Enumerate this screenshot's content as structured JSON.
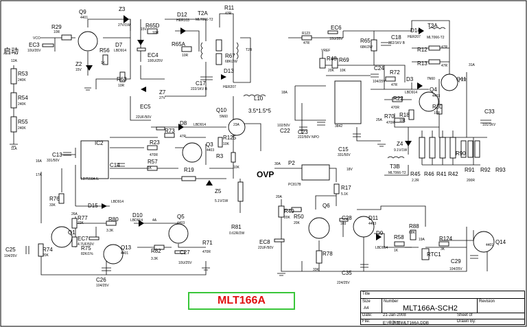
{
  "banner": {
    "text": "MLT166A"
  },
  "ovp_label": "OVP",
  "start_label": "启动",
  "title_block": {
    "title_hdr": "Title",
    "size_hdr": "Size",
    "size_val": "A4",
    "number_hdr": "Number",
    "number_val": "MLT166A-SCH2",
    "revision_hdr": "Revision",
    "date_hdr": "Date:",
    "date_val": "21-Jan-2008",
    "file_hdr": "File:",
    "file_val": "E:\\电路图\\MLT166A.DDB",
    "sheet_hdr": "Sheet of",
    "drawn_hdr": "Drawn By:"
  },
  "labels": [
    "R29",
    "10R",
    "Q9",
    "4401",
    "Z3",
    "27V/1W",
    "D7",
    "LBD914",
    "R56",
    "1K",
    "Z2",
    "15V",
    "R63",
    "10R",
    "R65D",
    "10R",
    "EC4",
    "100U/25V",
    "R65A",
    "10R",
    "D12",
    "HER103",
    "T2A",
    "MLT066-T2",
    "R11",
    "47R",
    "R67",
    "68K/2W",
    "D13",
    "HER207",
    "C17",
    "222/1KV B",
    "T2B",
    "15V",
    "VCC",
    "EC3",
    "10U/35V",
    "R53",
    "240K",
    "R54",
    "240K",
    "R55",
    "240K",
    "12A",
    "11A",
    "L10",
    "3.5*1.5*5",
    "Q10",
    "5N60",
    "R125",
    "10K",
    "Z7",
    "27V",
    "EC5",
    "22UF/50V",
    "D8",
    "LBD914",
    "R73",
    "47R",
    "R23",
    "470R",
    "Q3",
    "4403",
    "R57",
    "1K",
    "R3",
    "10K",
    "R19",
    "Z5",
    "5.1V/1W",
    "R81",
    "0.62R/2W",
    "C13",
    "331/50V",
    "IC2",
    "LD7550A IL",
    "C14",
    "R76",
    "33K",
    "D15",
    "LBD914",
    "R77",
    "22K",
    "EC7",
    "4.7UF/50V",
    "R75",
    "82K/1%",
    "R80",
    "3.3K",
    "D10",
    "LBD914",
    "Q5",
    "4403",
    "R82",
    "3.3K",
    "C27",
    "10U/25V",
    "R71",
    "470R",
    "Q1",
    "Q13",
    "4401",
    "R74",
    "20K",
    "C25",
    "104/25V",
    "C26",
    "104/25V",
    "R123",
    "47R",
    "EC6",
    "10U/35V",
    "R65",
    "68K/2W",
    "C18",
    "222/1KV B",
    "D14",
    "HER207",
    "T3A",
    "MLT066-T2",
    "R12",
    "47R",
    "R13",
    "47R",
    "VREF",
    "R48",
    "20K",
    "R69",
    "10K",
    "C24",
    "104/25V",
    "R72",
    "47R",
    "D3",
    "LBD914",
    "7N60",
    "Q4",
    "4403",
    "R22",
    "470R",
    "R18",
    "10K",
    "R30",
    "10R",
    "Q11",
    "C33",
    "101/1KV",
    "18A",
    "C22",
    "102/50V",
    "C23",
    "222/50V NPO",
    "3842",
    "C15",
    "331/50V",
    "R70",
    "470R",
    "Z4",
    "9.1V/1W",
    "T3B",
    "MLT066-T2",
    "R45",
    "R46",
    "R41",
    "R42",
    "2.2R",
    "R91",
    "R92",
    "R93",
    "R90",
    "200R",
    "P2",
    "PC817B",
    "R17",
    "5.1K",
    "18V",
    "R49",
    "20K",
    "R50",
    "20K",
    "Q6",
    "C28",
    "103",
    "D11",
    "4403",
    "D9",
    "LBD914",
    "R58",
    "1K",
    "R88",
    "68K",
    "R78",
    "33K",
    "EC8",
    "22UF/50V",
    "C35",
    "224/25V",
    "R124",
    "3K",
    "RTC1",
    "C29",
    "104/25V",
    "Q14",
    "4401",
    "30A",
    "23A",
    "25A",
    "26A",
    "4A",
    "31A",
    "16A",
    "17A",
    "20A",
    "19A"
  ]
}
